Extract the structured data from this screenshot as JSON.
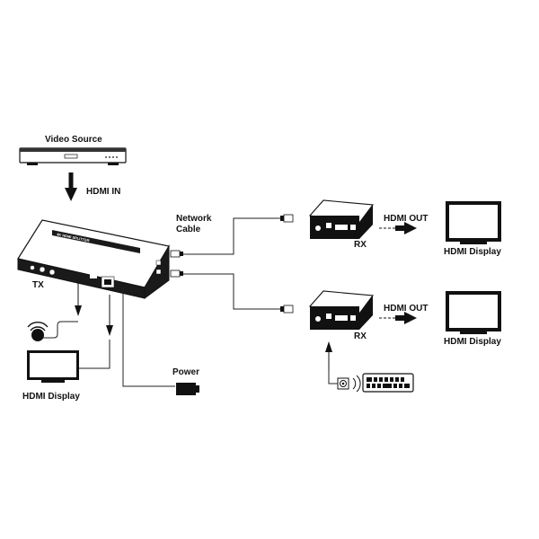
{
  "labels": {
    "video_source": "Video Source",
    "hdmi_in": "HDMI IN",
    "network_cable_line1": "Network",
    "network_cable_line2": "Cable",
    "tx": "TX",
    "rx_top": "RX",
    "rx_bottom": "RX",
    "hdmi_out_top": "HDMI OUT",
    "hdmi_out_bottom": "HDMI OUT",
    "hdmi_display_left": "HDMI Display",
    "hdmi_display_top_right": "HDMI Display",
    "hdmi_display_bottom_right": "HDMI Display",
    "power": "Power"
  },
  "device_text": {
    "tx_front": "4K HDMI SPLITTER"
  },
  "colors": {
    "stroke": "#111111",
    "device_dark": "#1a1a1a",
    "screen_fill": "#ffffff",
    "background": "#ffffff"
  },
  "icons": [
    "ir-receiver-icon",
    "ir-remote-icon",
    "power-adapter-icon",
    "arrow-down-icon",
    "arrow-right-icon",
    "arrow-up-icon"
  ]
}
